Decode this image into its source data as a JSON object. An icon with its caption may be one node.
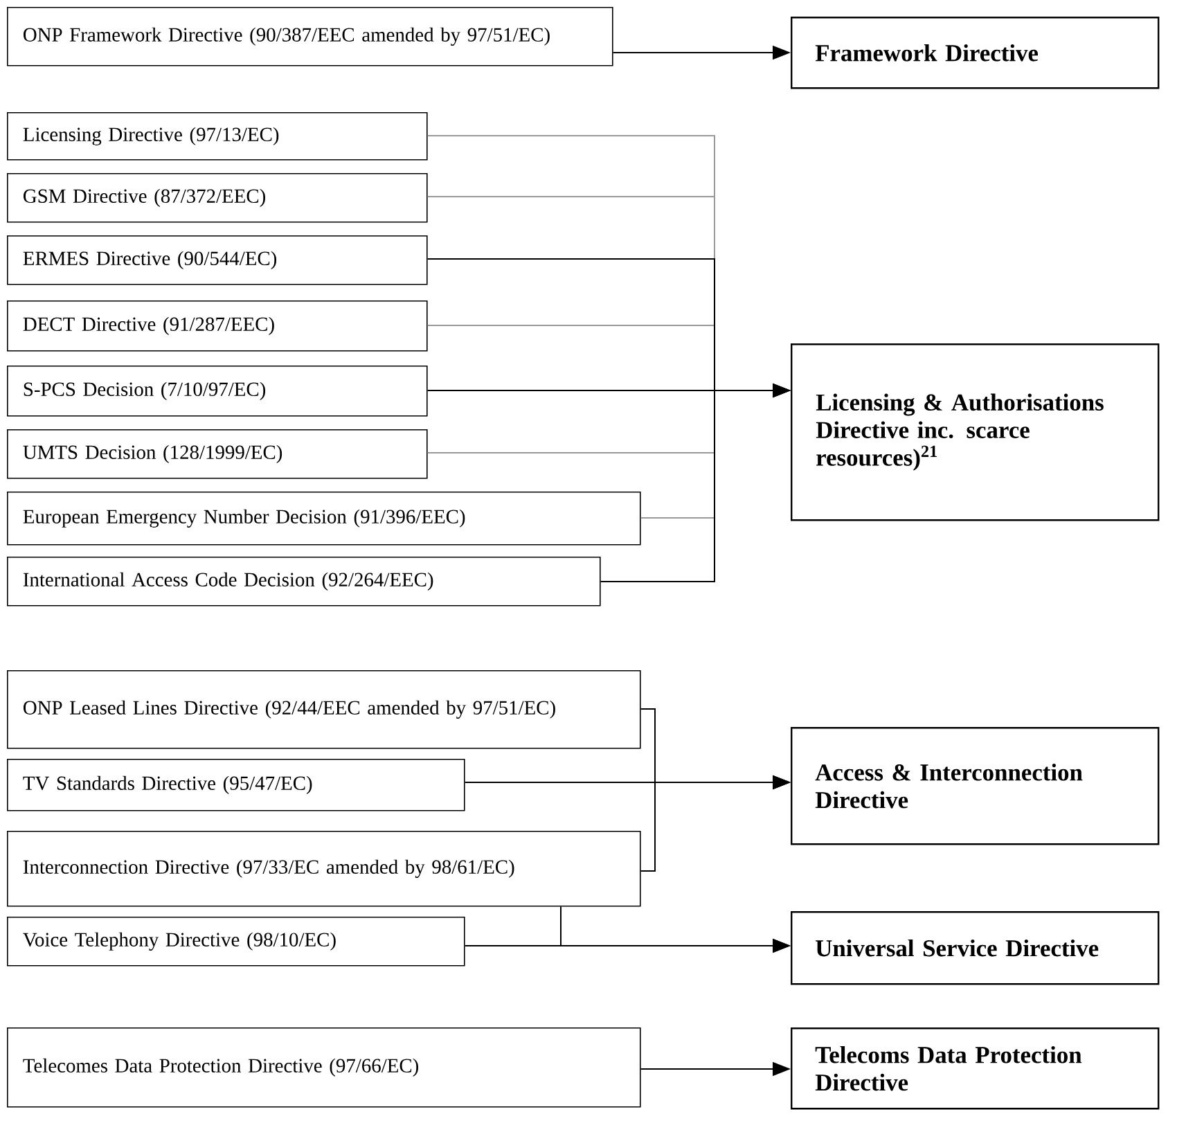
{
  "diagram": {
    "nodes": [
      {
        "text": [
          "ONP Framework Directive (90/387/EEC amended by 97/51/EC)"
        ]
      },
      {
        "text": [
          "Framework Directive"
        ]
      },
      {
        "text": [
          "Licensing Directive (97/13/EC)"
        ]
      },
      {
        "text": [
          "GSM Directive (87/372/EEC)"
        ]
      },
      {
        "text": [
          "ERMES Directive (90/544/EC)"
        ]
      },
      {
        "text": [
          "DECT Directive (91/287/EEC)"
        ]
      },
      {
        "text": [
          "S-PCS Decision (7/10/97/EC)"
        ]
      },
      {
        "text": [
          "UMTS Decision (128/1999/EC)"
        ]
      },
      {
        "text": [
          "European Emergency Number Decision (91/396/EEC)"
        ]
      },
      {
        "text": [
          "International Access Code Decision (92/264/EEC)"
        ]
      },
      {
        "text": [
          "Licensing & Authorisations Directive inc. scarce resources)$^{21}$"
        ]
      },
      {
        "text": [
          "ONP Leased Lines Directive (92/44/EEC amended by 97/51/EC)"
        ]
      },
      {
        "text": [
          "TV Standards Directive (95/47/EC)"
        ]
      },
      {
        "text": [
          "Interconnection Directive (97/33/EC amended by 98/61/EC)"
        ]
      },
      {
        "text": [
          "Voice Telephony Directive (98/10/EC)"
        ]
      },
      {
        "text": [
          "Access & Interconnection Directive"
        ]
      },
      {
        "text": [
          "Universal Service Directive"
        ]
      },
      {
        "text": [
          "Telecomes Data Protection Directive (97/66/EC)"
        ]
      },
      {
        "text": [
          "Telecoms Data Protection Directive"
        ]
      }
    ],
    "edges": [
      {
        "from": 0,
        "to": 1,
        "arrow": "to"
      },
      {
        "from": 2,
        "to": 10,
        "arrow": "to",
        "color": "#999999"
      },
      {
        "from": 3,
        "to": 10,
        "arrow": "to",
        "color": "#999999"
      },
      {
        "from": 4,
        "to": 10,
        "arrow": "to"
      },
      {
        "from": 5,
        "to": 10,
        "arrow": "to",
        "color": "#999999"
      },
      {
        "from": 6,
        "to": 10,
        "arrow": "to"
      },
      {
        "from": 7,
        "to": 10,
        "arrow": "to",
        "color": "#999999"
      },
      {
        "from": 8,
        "to": 10,
        "arrow": "to",
        "color": "#999999"
      },
      {
        "from": 9,
        "to": 10,
        "arrow": "to"
      },
      {
        "from": 11,
        "to": 15,
        "arrow": "to"
      },
      {
        "from": 12,
        "to": 15,
        "arrow": "to"
      },
      {
        "from": 13,
        "to": 15,
        "arrow": "to"
      },
      {
        "from": 13,
        "to": 16,
        "arrow": "to"
      },
      {
        "from": 14,
        "to": 16,
        "arrow": "to"
      },
      {
        "from": 17,
        "to": 18,
        "arrow": "to"
      }
    ]
  }
}
